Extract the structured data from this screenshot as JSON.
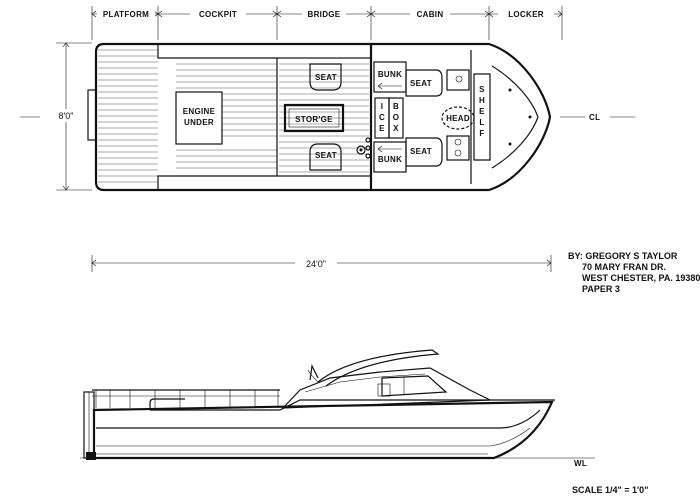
{
  "sections": {
    "platform": "PLATFORM",
    "cockpit": "COCKPIT",
    "bridge": "BRIDGE",
    "cabin": "CABIN",
    "locker": "LOCKER"
  },
  "beam": "8'0\"",
  "centerline": "CL",
  "length": "24'0\"",
  "labels": {
    "engine_line1": "ENGINE",
    "engine_line2": "UNDER",
    "seat": "SEAT",
    "storage": "STOR'GE",
    "bunk": "BUNK",
    "ice_letters": [
      "I",
      "C",
      "E"
    ],
    "box_letters": [
      "B",
      "O",
      "X"
    ],
    "head": "HEAD",
    "shelf_letters": [
      "S",
      "H",
      "E",
      "L",
      "F"
    ]
  },
  "credit": {
    "line1": "BY: GREGORY S TAYLOR",
    "line2": "70 MARY FRAN DR.",
    "line3": "WEST CHESTER, PA. 19380",
    "line4": "PAPER 3"
  },
  "waterline": "WL",
  "scale": "SCALE 1/4\" = 1'0\""
}
